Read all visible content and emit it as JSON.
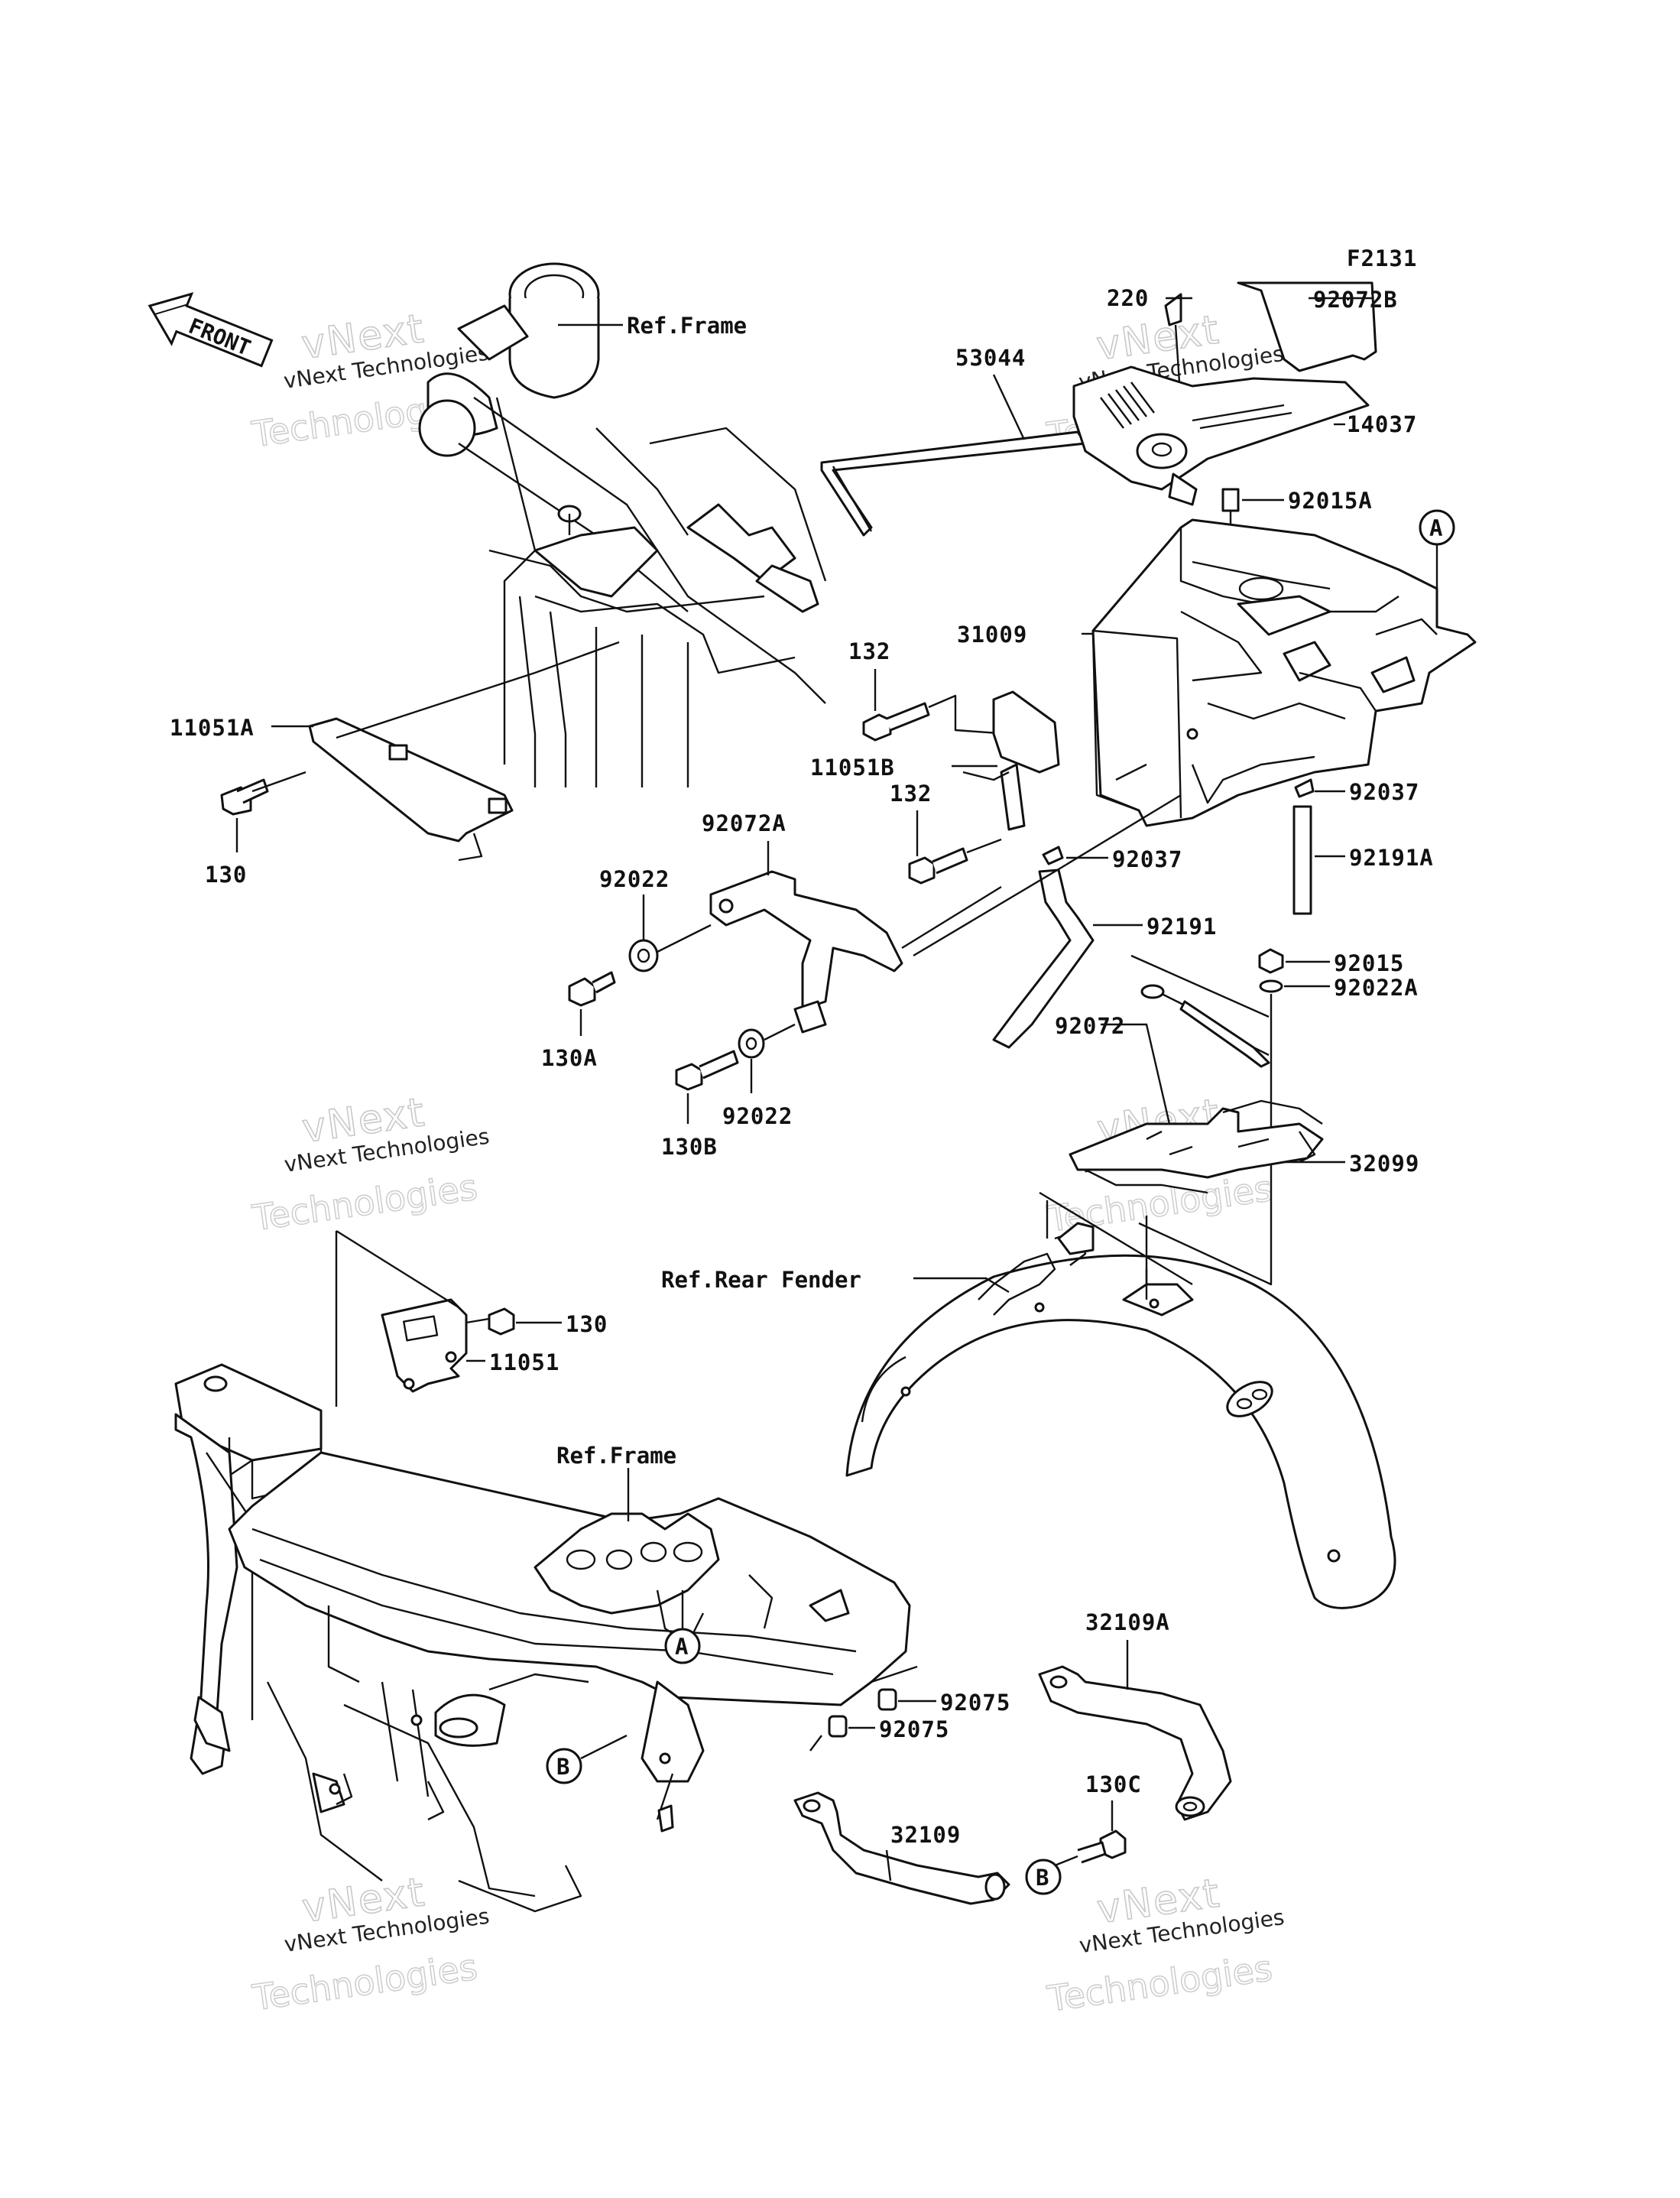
{
  "figure_code": "F2131",
  "front_arrow_label": "FRONT",
  "watermark": {
    "line1": "vNext Technologies",
    "line2": "vNext",
    "line3": "Technologies"
  },
  "refs": {
    "frame_top": "Ref.Frame",
    "frame_bottom": "Ref.Frame",
    "rear_fender": "Ref.Rear Fender"
  },
  "callouts": {
    "A1": "A",
    "A2": "A",
    "B1": "B",
    "B2": "B"
  },
  "parts": {
    "p220": "220",
    "p92072B": "92072B",
    "p53044": "53044",
    "p14037": "14037",
    "p92015A": "92015A",
    "p31009": "31009",
    "p132a": "132",
    "p11051A": "11051A",
    "p11051B": "11051B",
    "p132b": "132",
    "p92037a": "92037",
    "p92037b": "92037",
    "p92191A": "92191A",
    "p130": "130",
    "p92072A": "92072A",
    "p92022a": "92022",
    "p92191": "92191",
    "p92015": "92015",
    "p92022A": "92022A",
    "p92072": "92072",
    "p130A": "130A",
    "p92022b": "92022",
    "p130B": "130B",
    "p32099": "32099",
    "p130b": "130",
    "p11051": "11051",
    "p32109A": "32109A",
    "p92075a": "92075",
    "p92075b": "92075",
    "p130C": "130C",
    "p32109": "32109"
  }
}
